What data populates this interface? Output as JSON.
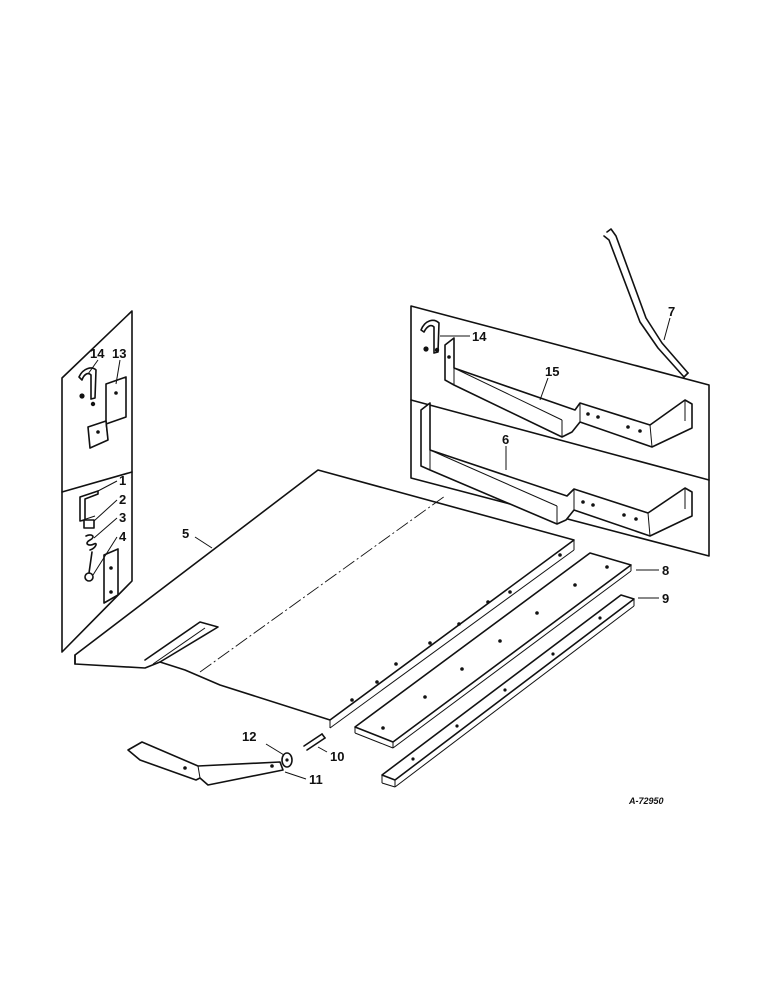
{
  "diagram": {
    "drawing_code": "A-72950",
    "callouts": [
      {
        "id": "c1",
        "text": "1"
      },
      {
        "id": "c2",
        "text": "2"
      },
      {
        "id": "c3",
        "text": "3"
      },
      {
        "id": "c4",
        "text": "4"
      },
      {
        "id": "c5",
        "text": "5"
      },
      {
        "id": "c6",
        "text": "6"
      },
      {
        "id": "c7",
        "text": "7"
      },
      {
        "id": "c8",
        "text": "8"
      },
      {
        "id": "c9",
        "text": "9"
      },
      {
        "id": "c10",
        "text": "10"
      },
      {
        "id": "c11",
        "text": "11"
      },
      {
        "id": "c12",
        "text": "12"
      },
      {
        "id": "c13",
        "text": "13"
      },
      {
        "id": "c14a",
        "text": "14"
      },
      {
        "id": "c14b",
        "text": "14"
      },
      {
        "id": "c15",
        "text": "15"
      }
    ]
  }
}
